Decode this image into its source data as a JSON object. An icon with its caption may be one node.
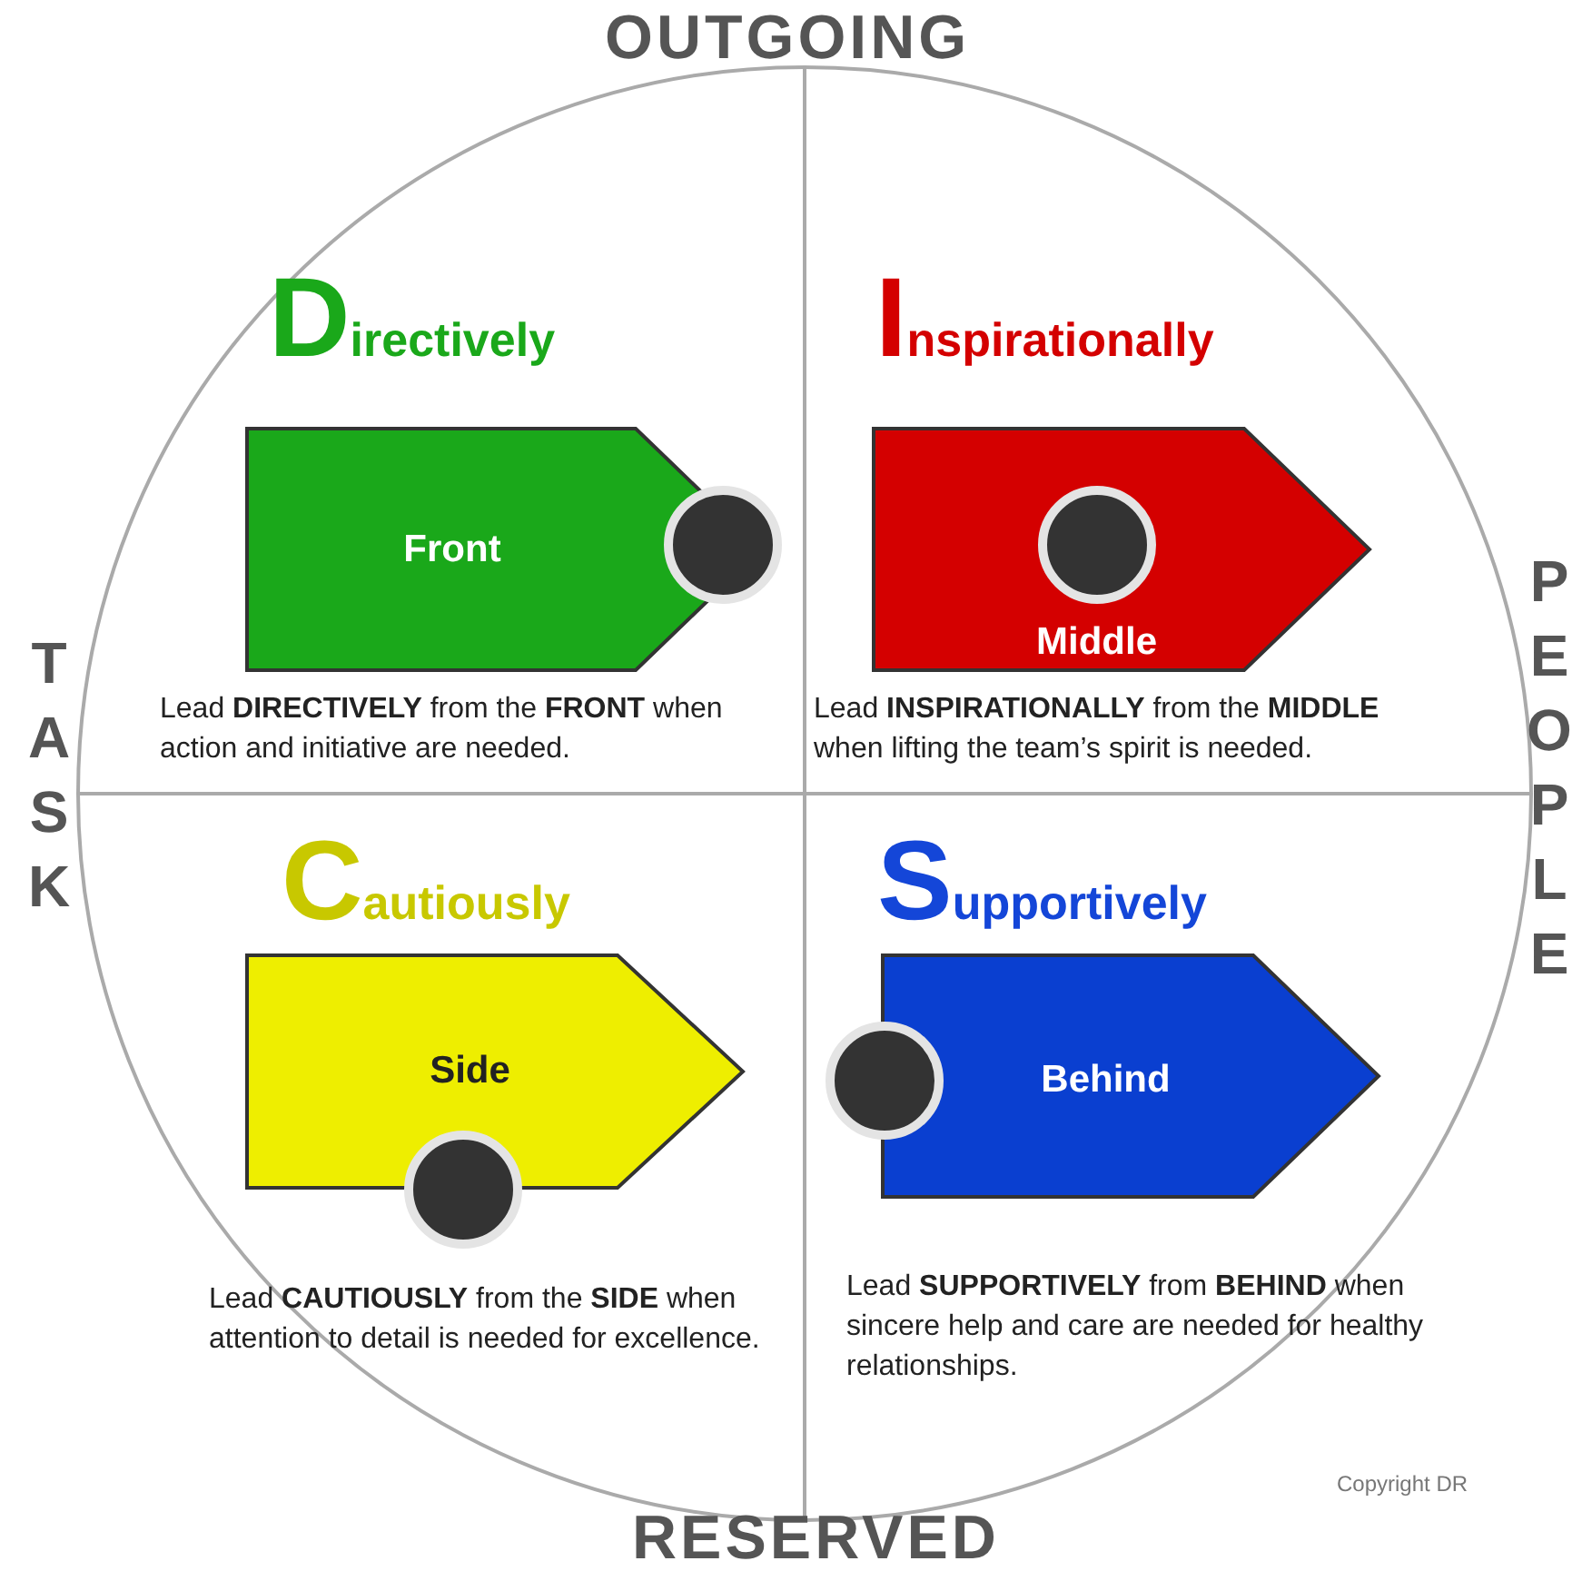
{
  "diagram": {
    "nodes": [
      {
        "text": [
          "Directively",
          "Front"
        ],
        "beside": [
          "Lead **DIRECTIVELY** from the **FRONT** when action and initiative are needed."
        ]
      },
      {
        "text": [
          "Inspirationally",
          "Middle"
        ],
        "beside": [
          "Lead **INSPIRATIONALLY** from the **MIDDLE** when  lifting the team’s spirit is needed."
        ]
      },
      {
        "text": [
          "Cautiously",
          "Side"
        ],
        "beside": [
          "Lead **CAUTIOUSLY** from the **SIDE** when attention to detail is needed for excellence."
        ]
      },
      {
        "text": [
          "Supportively",
          "Behind"
        ],
        "beside": [
          "Lead **SUPPORTIVELY** from **BEHIND** when sincere  help and care are needed for healthy relationships."
        ]
      }
    ],
    "labels": [
      "OUTGOING",
      "TASK",
      "PEOPLE",
      "RESERVED",
      "Copyright DR"
    ]
  }
}
